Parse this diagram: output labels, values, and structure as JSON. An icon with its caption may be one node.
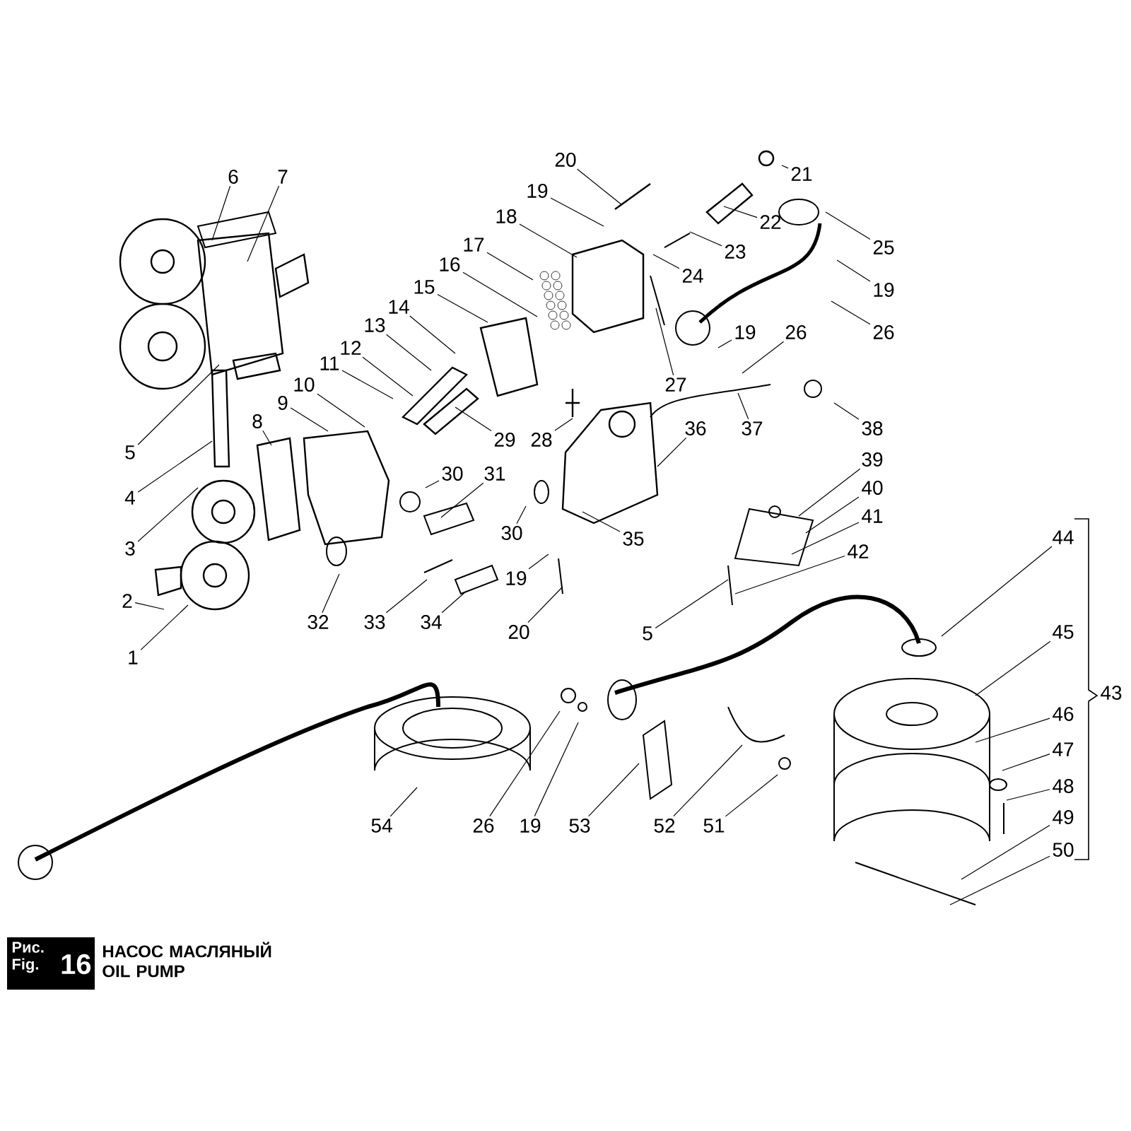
{
  "diagram": {
    "title": "НАСОС МАСЛЯНЫЙ OIL PUMP",
    "nodes": [
      {
        "text": [
          "6"
        ]
      },
      {
        "text": [
          "7"
        ]
      },
      {
        "text": [
          "5"
        ]
      },
      {
        "text": [
          "4"
        ]
      },
      {
        "text": [
          "3"
        ]
      },
      {
        "text": [
          "2"
        ]
      },
      {
        "text": [
          "1"
        ]
      },
      {
        "text": [
          "8"
        ]
      },
      {
        "text": [
          "9"
        ]
      },
      {
        "text": [
          "10"
        ]
      },
      {
        "text": [
          "11"
        ]
      },
      {
        "text": [
          "12"
        ]
      },
      {
        "text": [
          "13"
        ]
      },
      {
        "text": [
          "14"
        ]
      },
      {
        "text": [
          "15"
        ]
      },
      {
        "text": [
          "16"
        ]
      },
      {
        "text": [
          "17"
        ]
      },
      {
        "text": [
          "18"
        ]
      },
      {
        "text": [
          "19"
        ]
      },
      {
        "text": [
          "20"
        ]
      },
      {
        "text": [
          "21"
        ]
      },
      {
        "text": [
          "22"
        ]
      },
      {
        "text": [
          "23"
        ]
      },
      {
        "text": [
          "24"
        ]
      },
      {
        "text": [
          "25"
        ]
      },
      {
        "text": [
          "19"
        ]
      },
      {
        "text": [
          "26"
        ]
      },
      {
        "text": [
          "19"
        ]
      },
      {
        "text": [
          "26"
        ]
      },
      {
        "text": [
          "27"
        ]
      },
      {
        "text": [
          "28"
        ]
      },
      {
        "text": [
          "29"
        ]
      },
      {
        "text": [
          "30"
        ]
      },
      {
        "text": [
          "31"
        ]
      },
      {
        "text": [
          "30"
        ]
      },
      {
        "text": [
          "35"
        ]
      },
      {
        "text": [
          "36"
        ]
      },
      {
        "text": [
          "37"
        ]
      },
      {
        "text": [
          "38"
        ]
      },
      {
        "text": [
          "39"
        ]
      },
      {
        "text": [
          "40"
        ]
      },
      {
        "text": [
          "41"
        ]
      },
      {
        "text": [
          "42"
        ]
      },
      {
        "text": [
          "5"
        ]
      },
      {
        "text": [
          "44"
        ]
      },
      {
        "text": [
          "45"
        ]
      },
      {
        "text": [
          "46"
        ]
      },
      {
        "text": [
          "47"
        ]
      },
      {
        "text": [
          "48"
        ]
      },
      {
        "text": [
          "49"
        ]
      },
      {
        "text": [
          "50"
        ]
      },
      {
        "text": [
          "32"
        ]
      },
      {
        "text": [
          "33"
        ]
      },
      {
        "text": [
          "34"
        ]
      },
      {
        "text": [
          "19"
        ]
      },
      {
        "text": [
          "20"
        ]
      },
      {
        "text": [
          "54"
        ]
      },
      {
        "text": [
          "26"
        ]
      },
      {
        "text": [
          "19"
        ]
      },
      {
        "text": [
          "53"
        ]
      },
      {
        "text": [
          "52"
        ]
      },
      {
        "text": [
          "51"
        ]
      }
    ],
    "edges": [
      {
        "from": 0,
        "to": null,
        "arrow": "none"
      },
      {
        "from": 1,
        "to": null,
        "arrow": "none"
      },
      {
        "from": 2,
        "to": null,
        "arrow": "none"
      },
      {
        "from": 3,
        "to": null,
        "arrow": "none"
      },
      {
        "from": 4,
        "to": null,
        "arrow": "none"
      },
      {
        "from": 5,
        "to": null,
        "arrow": "none"
      },
      {
        "from": 6,
        "to": null,
        "arrow": "none"
      },
      {
        "from": 7,
        "to": null,
        "arrow": "none"
      },
      {
        "from": 8,
        "to": null,
        "arrow": "none"
      },
      {
        "from": 9,
        "to": null,
        "arrow": "none"
      },
      {
        "from": 10,
        "to": null,
        "arrow": "none"
      },
      {
        "from": 11,
        "to": null,
        "arrow": "none"
      },
      {
        "from": 12,
        "to": null,
        "arrow": "none"
      },
      {
        "from": 13,
        "to": null,
        "arrow": "none"
      },
      {
        "from": 14,
        "to": null,
        "arrow": "none"
      },
      {
        "from": 15,
        "to": null,
        "arrow": "none"
      },
      {
        "from": 16,
        "to": null,
        "arrow": "none"
      },
      {
        "from": 17,
        "to": null,
        "arrow": "none"
      },
      {
        "from": 18,
        "to": null,
        "arrow": "none"
      },
      {
        "from": 19,
        "to": null,
        "arrow": "none"
      },
      {
        "from": 20,
        "to": null,
        "arrow": "none"
      },
      {
        "from": 21,
        "to": null,
        "arrow": "none"
      },
      {
        "from": 22,
        "to": null,
        "arrow": "none"
      },
      {
        "from": 23,
        "to": null,
        "arrow": "none"
      },
      {
        "from": 24,
        "to": null,
        "arrow": "none"
      },
      {
        "from": 25,
        "to": null,
        "arrow": "none"
      },
      {
        "from": 26,
        "to": null,
        "arrow": "none"
      },
      {
        "from": 27,
        "to": null,
        "arrow": "none"
      },
      {
        "from": 28,
        "to": null,
        "arrow": "none"
      },
      {
        "from": 29,
        "to": null,
        "arrow": "none"
      },
      {
        "from": 30,
        "to": null,
        "arrow": "none"
      },
      {
        "from": 31,
        "to": null,
        "arrow": "none"
      },
      {
        "from": 32,
        "to": null,
        "arrow": "none"
      },
      {
        "from": 33,
        "to": null,
        "arrow": "none"
      },
      {
        "from": 34,
        "to": null,
        "arrow": "none"
      },
      {
        "from": 35,
        "to": null,
        "arrow": "none"
      },
      {
        "from": 36,
        "to": null,
        "arrow": "none"
      },
      {
        "from": 37,
        "to": null,
        "arrow": "none"
      },
      {
        "from": 38,
        "to": null,
        "arrow": "none"
      },
      {
        "from": 39,
        "to": null,
        "arrow": "none"
      },
      {
        "from": 40,
        "to": null,
        "arrow": "none"
      },
      {
        "from": 41,
        "to": null,
        "arrow": "none"
      },
      {
        "from": 42,
        "to": null,
        "arrow": "none"
      },
      {
        "from": 43,
        "to": null,
        "arrow": "none"
      },
      {
        "from": 44,
        "to": null,
        "arrow": "none"
      },
      {
        "from": 45,
        "to": null,
        "arrow": "none"
      },
      {
        "from": 46,
        "to": null,
        "arrow": "none"
      },
      {
        "from": 47,
        "to": null,
        "arrow": "none"
      },
      {
        "from": 48,
        "to": null,
        "arrow": "none"
      },
      {
        "from": 49,
        "to": null,
        "arrow": "none"
      },
      {
        "from": 50,
        "to": null,
        "arrow": "none"
      },
      {
        "from": 51,
        "to": null,
        "arrow": "none"
      },
      {
        "from": 52,
        "to": null,
        "arrow": "none"
      },
      {
        "from": 53,
        "to": null,
        "arrow": "none"
      },
      {
        "from": 54,
        "to": null,
        "arrow": "none"
      },
      {
        "from": 55,
        "to": null,
        "arrow": "none"
      },
      {
        "from": 56,
        "to": null,
        "arrow": "none"
      },
      {
        "from": 57,
        "to": null,
        "arrow": "none"
      },
      {
        "from": 58,
        "to": null,
        "arrow": "none"
      },
      {
        "from": 59,
        "to": null,
        "arrow": "none"
      },
      {
        "from": 60,
        "to": null,
        "arrow": "none"
      },
      {
        "from": 61,
        "to": null,
        "arrow": "none"
      }
    ],
    "labels": [
      "Рис.",
      "Fig.",
      "16",
      "43"
    ]
  }
}
